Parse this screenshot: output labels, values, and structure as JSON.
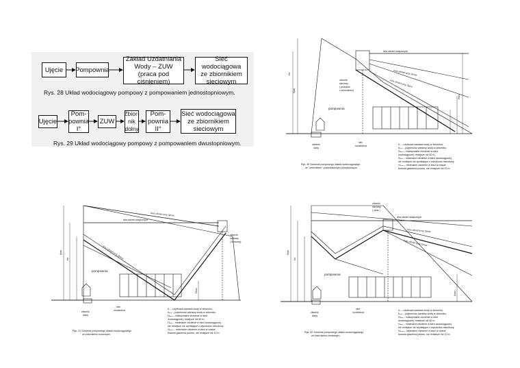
{
  "fig28": {
    "boxes": [
      "Ujęcie",
      "Pompownia",
      "Zakład Uzdatniania\nWody – ZUW\n(praca pod ciśnieniem)",
      "Sieć wodociągowa\nze zbiornikiem\nsieciowym"
    ],
    "caption": "Rys. 28 Układ wodociągowy pompowy z pompowaniem jednostopniowym."
  },
  "fig29": {
    "boxes": [
      "Ujęcie",
      "Pom-\npownia\nI°",
      "ZUW",
      "Zbior-\nnik\ndolny",
      "Pom-\npownia\nII°",
      "Sieć wodociągowa\nze zbiornikiem\nsieciowym"
    ],
    "caption": "Rys. 29 Układ wodociągowy pompowy z pompowaniem dwustopniowym."
  },
  "fig30": {
    "caption": [
      "Rys. 30 Schemat pompowego układu wodociągowego",
      "ze \"zbiornikiem\" pośrednikowym przepływowym."
    ],
    "labels": {
      "tank": "zbiornik\nsieciowy\n( przepływ.\nz zbiornikiem)",
      "line_static": "linia ciśnień statycznych",
      "line_pump": "linia ciśnień przy Qmax",
      "line_low": "linia ciśnień przy Qmin",
      "pump": "pompownia",
      "lower_tank": "zbiornik\ndolny",
      "network": "sieć\nrozdzielcza",
      "hpm": "Hpm",
      "hz": "Hz",
      "hmin": "Hmin"
    },
    "notes": [
      "hᵤ – użytkowa warstwa wody w zbiorniku,",
      "hₚₒₖ – pojemność warstwy wody w zbiorniku,",
      "Hₘₐₓ – maksymalne ciśnienie w sieci",
      "wodociągowej, mniejsze niż 60 m,",
      "Hₘᵢₙ – minimalne ciśnienie w sieci wodociągowej,",
      "nie mniejsze niż wynikające z wysokości zabudowy",
      "Hₚₒₘ – minimalne ciśnienie w sieci w czasie",
      "trwania gaszenia pożaru, nie mniejsze niż 10 m"
    ]
  },
  "fig31": {
    "caption": [
      "Rys. 31 Schemat pompowego układu wodociągowego",
      "ze zbiornikiem końcowym."
    ],
    "labels": {
      "tank": "zbiornik\nsieciowy\n( końcowy)",
      "line_static": "linia ciśnień statycznych",
      "line_pump": "linia ciśnień przy Qmax",
      "pump": "pompownia",
      "lower_tank": "zbiornik\ndolny",
      "network": "sieć\nrozdzielcza",
      "hpm": "Hpm",
      "hz": "Hz",
      "hmin": "Hmin"
    },
    "notes": [
      "hᵤ – użytkowa warstwa wody w zbiorniku,",
      "hₚₒₖ – pojemność warstwy wody w zbiorniku,",
      "Hₘₐₓ – maksymalne ciśnienie w sieci",
      "wodociągowej, mniejsze niż 60 m,",
      "Hₘᵢₙ – minimalne ciśnienie w sieci wodociągowej,",
      "nie mniejsze niż wynikające z wysokości zabudowy",
      "Hₚₒₘ – minimalne ciśnienie w sieci w czasie",
      "trwania gaszenia pożaru, nie mniejsze niż 10 m"
    ]
  },
  "fig32": {
    "caption": [
      "Rys. 32 Schemat pompowego układu wodociągowego",
      "ze zbiornikiem centralnym."
    ],
    "labels": {
      "tank": "zbiornik\nsieciowy\n( centr.)",
      "line_static": "linia ciśnień statycznych",
      "line_pump": "linia ciśnień przy Qmax",
      "pump": "pompownia",
      "lower_tank": "zbiornik\ndolny",
      "network": "sieć\nrozdzielcza",
      "hpm": "Hpm",
      "hz": "Hz",
      "hmin": "Hmin"
    },
    "notes": [
      "hᵤ – użytkowa warstwa wody w zbiorniku,",
      "hₚₒₖ – pojemność warstwy wody w zbiorniku,",
      "Hₘₐₓ – maksymalne ciśnienie w sieci",
      "wodociągowej, mniejsze niż 60 m,",
      "Hₘᵢₙ – minimalne ciśnienie w sieci wodociągowej,",
      "nie mniejsze niż wynikające z wysokości zabudowy",
      "Hₚₒₘ – minimalne ciśnienie w sieci w czasie",
      "trwania gaszenia pożaru, nie mniejsze niż 10 m"
    ]
  }
}
